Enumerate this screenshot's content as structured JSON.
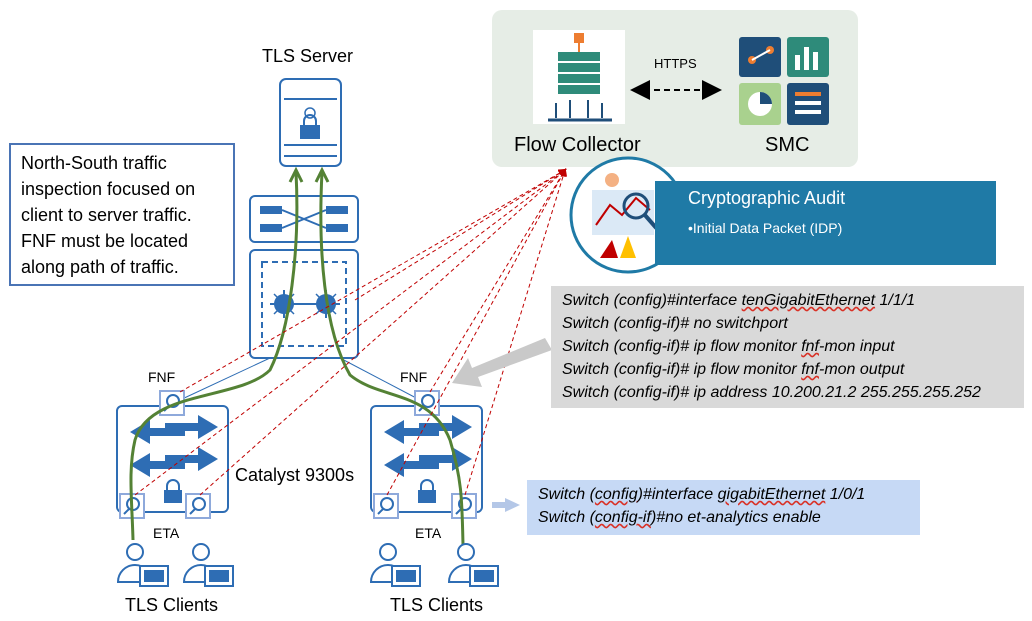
{
  "tls_server_label": "TLS Server",
  "flow_collector_label": "Flow Collector",
  "smc_label": "SMC",
  "https_label": "HTTPS",
  "note": {
    "lines": [
      "North-South traffic",
      "inspection focused on",
      "client to server traffic.",
      "FNF must be located",
      "along path of traffic."
    ]
  },
  "audit": {
    "title": "Cryptographic Audit",
    "bullet": "•Initial Data Packet (IDP)"
  },
  "config_fnf": {
    "lines": [
      {
        "pre": "Switch (config)#interface  ",
        "sq": "tenGigabitEthernet",
        "post": " 1/1/1"
      },
      {
        "pre": "Switch (config-if)# no switchport",
        "sq": "",
        "post": ""
      },
      {
        "pre": "Switch (config-if)# ip flow monitor ",
        "sq": "fnf",
        "post": "-mon input"
      },
      {
        "pre": "Switch (config-if)# ip flow monitor ",
        "sq": "fnf",
        "post": "-mon output"
      },
      {
        "pre": "Switch (config-if)# ip address 10.200.21.2 255.255.255.252",
        "sq": "",
        "post": ""
      }
    ]
  },
  "config_eta": {
    "lines": [
      {
        "pre": "Switch (",
        "sq": "config",
        "post": ")#interface  ",
        "sq2": "gigabitEthernet",
        "post2": " 1/0/1"
      },
      {
        "pre": "Switch (",
        "sq": "config-if",
        "post": ")#no et-analytics enable",
        "sq2": "",
        "post2": ""
      }
    ]
  },
  "fnf_label": "FNF",
  "eta_label": "ETA",
  "catalyst_label": "Catalyst 9300s",
  "clients_label": "TLS Clients",
  "colors": {
    "switch_blue": "#2e6db4",
    "traffic_green": "#548235",
    "dashed_red": "#c00000",
    "panel_bg": "#e6ede6",
    "audit_bg": "#1f7aa6"
  }
}
